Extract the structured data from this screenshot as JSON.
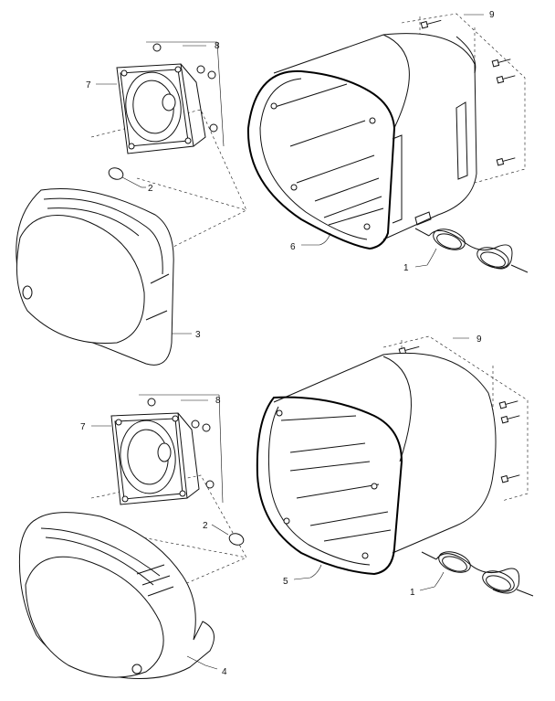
{
  "callouts": {
    "top": {
      "cable": "1",
      "grille_plug": "2",
      "grille": "3",
      "enclosure": "6",
      "driver": "7",
      "driver_screws": "8",
      "mount_screws": "9"
    },
    "bottom": {
      "cable": "1",
      "grille_plug": "2",
      "grille": "4",
      "enclosure": "5",
      "driver": "7",
      "driver_screws": "8",
      "mount_screws": "9"
    }
  },
  "colors": {
    "line": "#111111",
    "background": "#ffffff"
  }
}
